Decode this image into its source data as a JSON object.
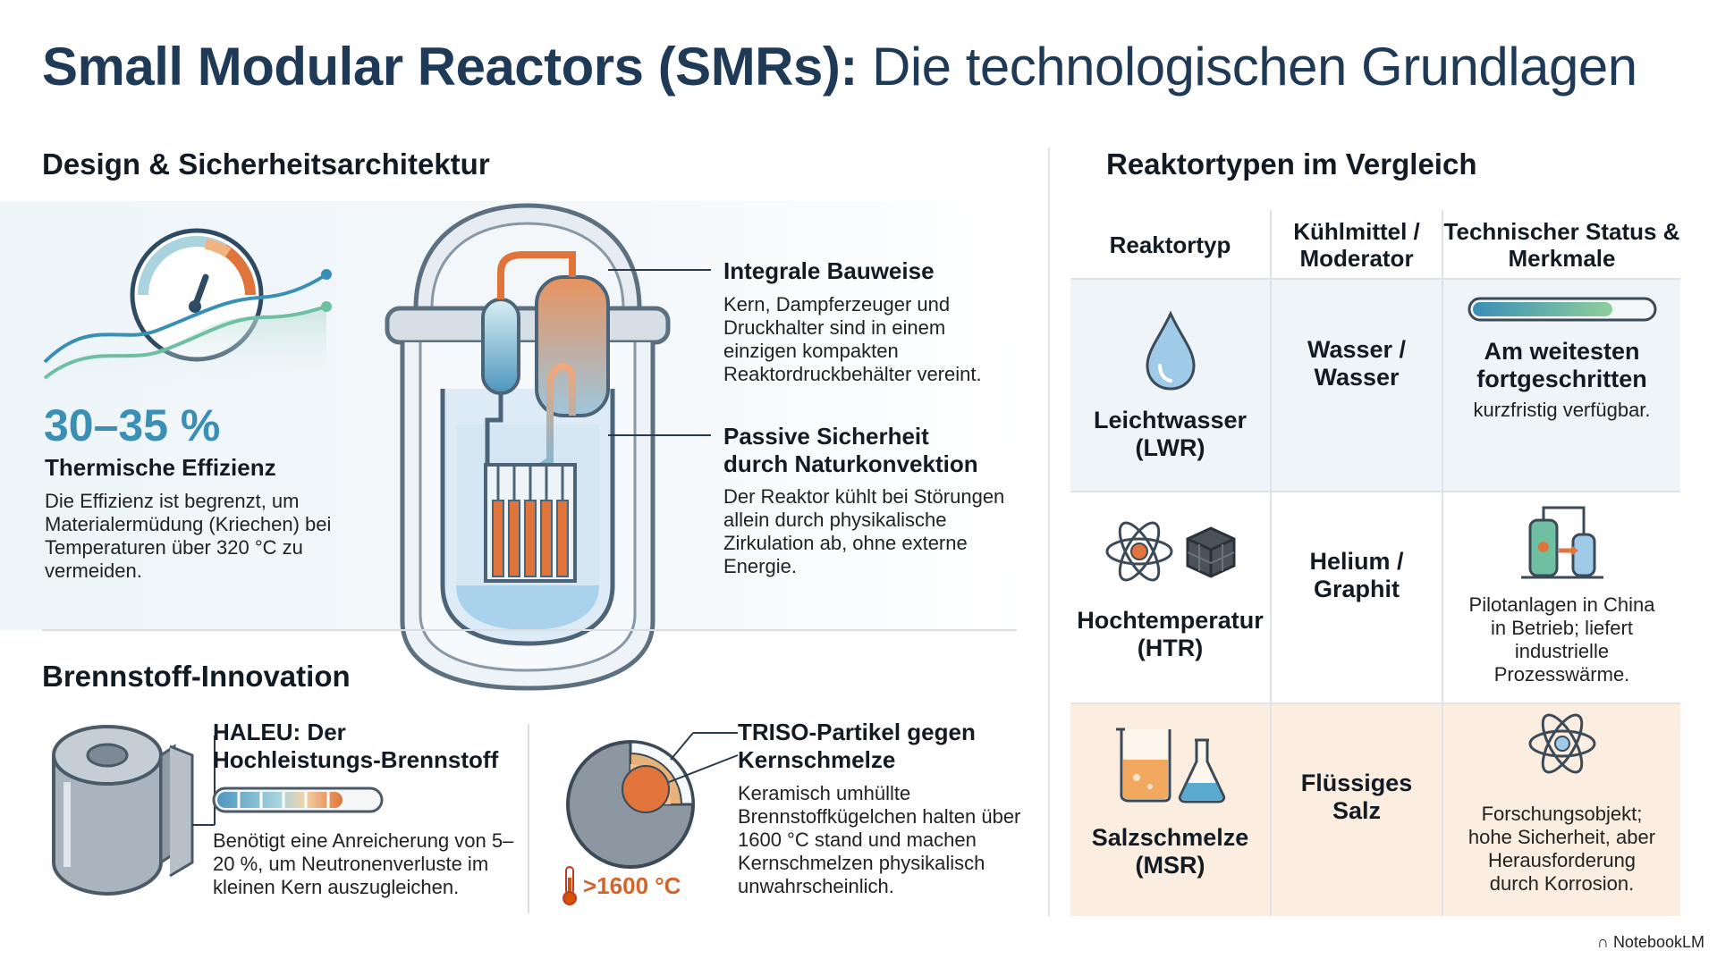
{
  "title": {
    "bold": "Small Modular Reactors (SMRs):",
    "rest": " Die technologischen Grundlagen"
  },
  "design": {
    "heading": "Design & Sicherheitsarchitektur",
    "efficiency_value": "30–35 %",
    "efficiency_label": "Thermische Effizienz",
    "efficiency_text": "Die Effizienz ist begrenzt, um Materialermüdung (Kriechen) bei Temperaturen über 320 °C zu vermeiden.",
    "integral_head": "Integrale Bauweise",
    "integral_text": "Kern, Dampferzeuger und Druckhalter sind in einem einzigen kompakten Reaktordruckbehälter vereint.",
    "passive_head_1": "Passive Sicherheit",
    "passive_head_2": "durch Naturkonvektion",
    "passive_text": "Der Reaktor kühlt bei Störungen allein durch physikalische Zirkulation ab, ohne externe Energie."
  },
  "fuel": {
    "heading": "Brennstoff-Innovation",
    "haleu_head_1": "HALEU: Der",
    "haleu_head_2": "Hochleistungs-Brennstoff",
    "haleu_text": "Benötigt eine Anreicherung von 5–20 %, um Neutronenverluste im kleinen Kern auszugleichen.",
    "triso_head_1": "TRISO-Partikel gegen",
    "triso_head_2": "Kernschmelze",
    "triso_text": "Keramisch umhüllte Brennstoffkügelchen halten über 1600 °C stand und machen Kernschmelzen physikalisch unwahrscheinlich.",
    "triso_temp": ">1600 °C"
  },
  "comparison": {
    "heading": "Reaktortypen im Vergleich",
    "headers": [
      "Reaktortyp",
      "Kühlmittel / Moderator",
      "Technischer Status & Merkmale"
    ],
    "rows": [
      {
        "type": "Leichtwasser (LWR)",
        "coolant": "Wasser / Wasser",
        "status_bold": "Am weitesten fortgeschritten",
        "status_text": "kurzfristig verfügbar.",
        "progress": 0.78,
        "bg": "#eef4f8"
      },
      {
        "type": "Hochtemperatur (HTR)",
        "coolant": "Helium / Graphit",
        "status_bold": "",
        "status_text": "Pilotanlagen in China in Betrieb; liefert industrielle Prozesswärme.",
        "bg": "#ffffff"
      },
      {
        "type": "Salzschmelze (MSR)",
        "coolant": "Flüssiges Salz",
        "status_bold": "",
        "status_text": "Forschungsobjekt; hohe Sicherheit, aber Herausforderung durch Korrosion.",
        "bg": "#fbede0"
      }
    ]
  },
  "footer": {
    "brand": "NotebookLM"
  },
  "icons": [
    "gauge-icon",
    "reactor-vessel-icon",
    "fuel-pellet-icon",
    "triso-particle-icon",
    "thermometer-icon",
    "water-drop-icon",
    "atom-icon",
    "graphite-block-icon",
    "pilot-plant-icon",
    "beaker-icon",
    "flask-icon"
  ],
  "colors": {
    "title": "#1f3a57",
    "accent_blue": "#3a8fb7",
    "accent_orange": "#e0743a",
    "msr_row": "#fbede0",
    "lwr_row": "#eef4f8"
  }
}
